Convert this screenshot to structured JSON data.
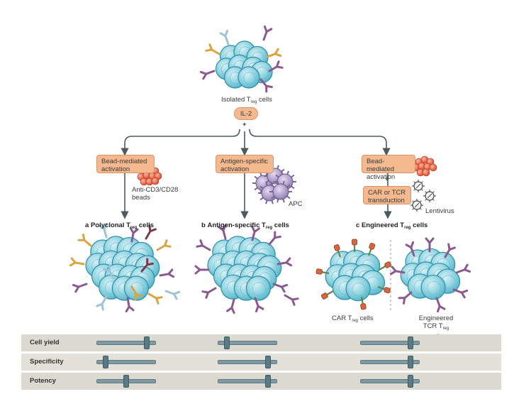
{
  "top": {
    "isolated_label": "Isolated T",
    "isolated_sub": "reg",
    "isolated_suffix": " cells",
    "il2": "IL-2",
    "plus": "+"
  },
  "branches": {
    "a": {
      "activation": "Bead-mediated activation",
      "beads_label": "Anti-CD3/CD28 beads",
      "letter": "a",
      "title": "Polyclonal T",
      "title_sub": "reg",
      "title_suffix": " cells"
    },
    "b": {
      "activation": "Antigen-specific activation",
      "apc_label": "APC",
      "letter": "b",
      "title": "Antigen-specific T",
      "title_sub": "reg",
      "title_suffix": " cells"
    },
    "c": {
      "activation": "Bead-mediated activation",
      "plus": "+",
      "transduction": "CAR or TCR transduction",
      "lentivirus_label": "Lentivirus",
      "letter": "c",
      "title": "Engineered T",
      "title_sub": "reg",
      "title_suffix": " cells",
      "car_label": "CAR T",
      "car_sub": "reg",
      "car_suffix": " cells",
      "tcr_label_1": "Engineered",
      "tcr_label_2": "TCR T",
      "tcr_sub": "reg",
      "tcr_suffix": " cells"
    }
  },
  "comparison": {
    "rows": [
      {
        "label": "Cell yield",
        "levels": [
          0.85,
          0.15,
          0.85
        ]
      },
      {
        "label": "Specificity",
        "levels": [
          0.15,
          0.85,
          0.85
        ]
      },
      {
        "label": "Potency",
        "levels": [
          0.5,
          0.85,
          0.85
        ]
      }
    ]
  },
  "colors": {
    "cell": "#8fd3e0",
    "cell_stroke": "#2f8fa6",
    "activation_box": "#f4b98e",
    "bead": "#e8603a",
    "apc": "#9a89b8",
    "receptor_purple": "#8a5a8f",
    "receptor_orange": "#d9a441",
    "receptor_blue": "#9ec3d4",
    "receptor_maroon": "#7a3a4a",
    "table_bg": "#dcdad0",
    "slider": "#6b8a94"
  }
}
